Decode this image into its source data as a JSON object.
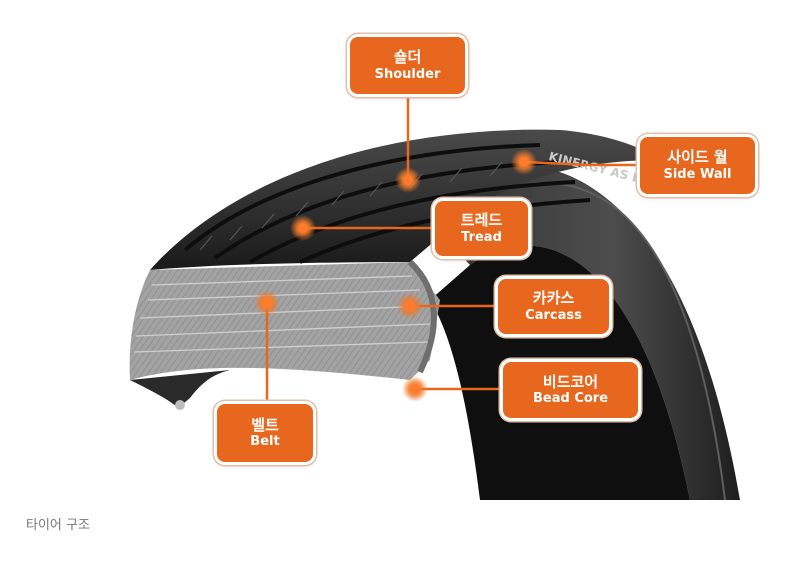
{
  "title": "",
  "tire": {
    "brand": "KINERGY AS EV"
  },
  "caption": "타이어 구조",
  "labels": {
    "shoulder": {
      "ko": "숄더",
      "en": "Shoulder"
    },
    "sidewall": {
      "ko": "사이드 월",
      "en": "Side Wall"
    },
    "tread": {
      "ko": "트레드",
      "en": "Tread"
    },
    "carcass": {
      "ko": "카카스",
      "en": "Carcass"
    },
    "beadcore": {
      "ko": "비드코어",
      "en": "Bead Core"
    },
    "belt": {
      "ko": "벨트",
      "en": "Belt"
    }
  },
  "colors": {
    "accent": "#e8671f",
    "connector": "#e8671f",
    "tire_dark": "#1f1f1f",
    "cross_section": "#9a9a9a"
  }
}
